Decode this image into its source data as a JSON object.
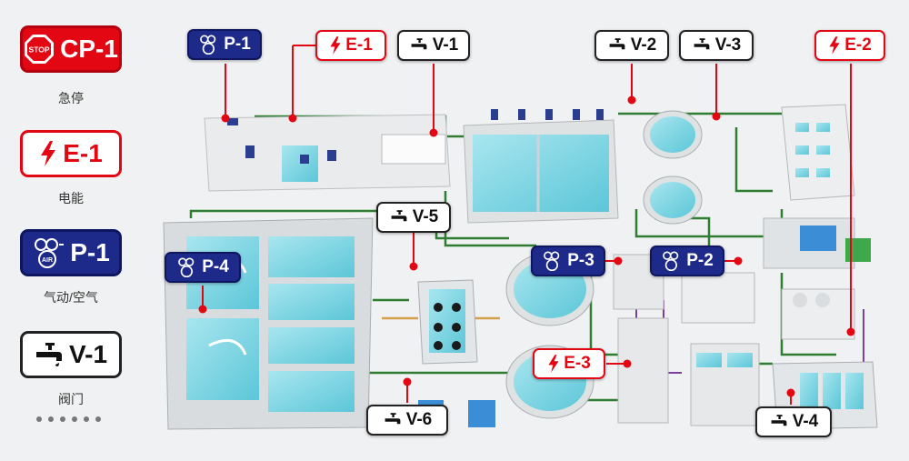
{
  "legend": {
    "stop": {
      "icon_text": "STOP",
      "code": "CP-1",
      "caption": "急停"
    },
    "electric": {
      "code": "E-1",
      "caption": "电能"
    },
    "pump": {
      "icon_text": "AIR",
      "code": "P-1",
      "caption": "气动/空气"
    },
    "valve": {
      "code": "V-1",
      "caption": "阀门"
    }
  },
  "tags": {
    "p1": "P-1",
    "e1": "E-1",
    "v1": "V-1",
    "v2": "V-2",
    "v3": "V-3",
    "e2": "E-2",
    "v5": "V-5",
    "p4": "P-4",
    "p3": "P-3",
    "p2": "P-2",
    "e3": "E-3",
    "v6": "V-6",
    "v4": "V-4"
  },
  "pump_icon_text": "AIR",
  "colors": {
    "red": "#e30613",
    "navy": "#1e2a8a",
    "pipe": "#2e7d32",
    "water": "#7fd6e4"
  }
}
